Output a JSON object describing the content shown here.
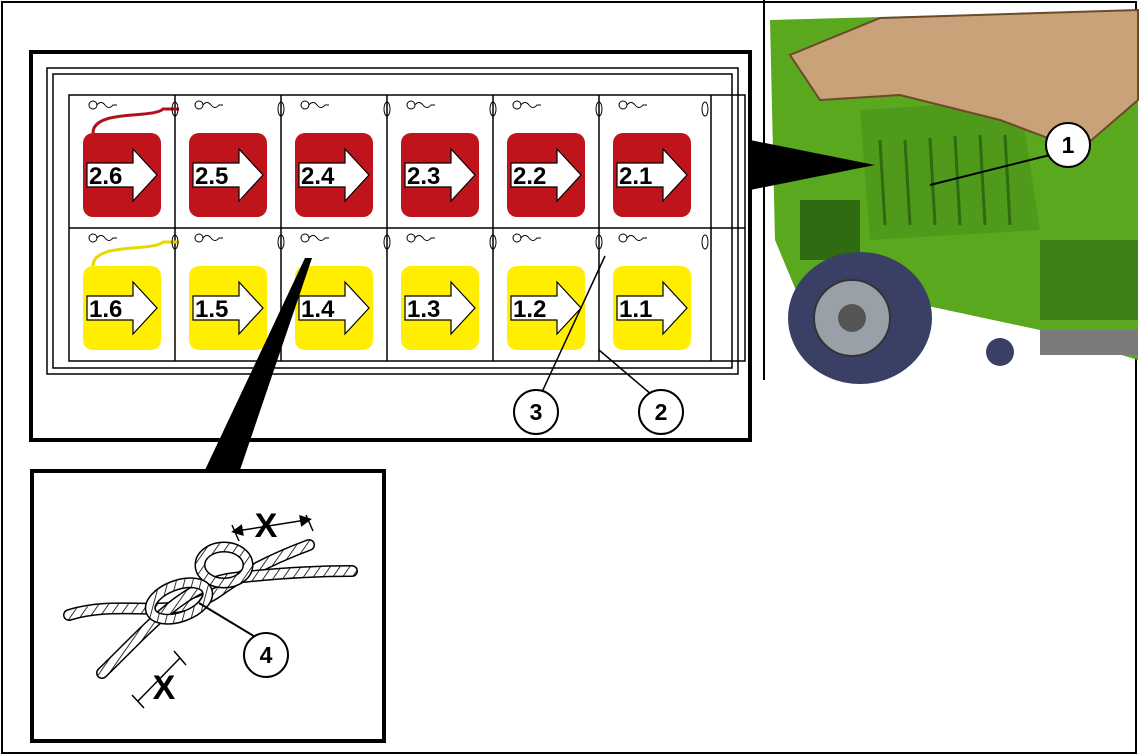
{
  "diagram": {
    "rows": [
      {
        "name": "upper-row",
        "color": "#c0141c",
        "twine_color": "#b01018",
        "labels": [
          "2.6",
          "2.5",
          "2.4",
          "2.3",
          "2.2",
          "2.1"
        ]
      },
      {
        "name": "lower-row",
        "color": "#ffee00",
        "twine_color": "#e8d800",
        "labels": [
          "1.6",
          "1.5",
          "1.4",
          "1.3",
          "1.2",
          "1.1"
        ]
      }
    ],
    "callouts": [
      "1",
      "2",
      "3",
      "4"
    ],
    "dimension_label": "X",
    "colors": {
      "machine_green": "#5aa81e",
      "machine_dark_green": "#2f6b10",
      "canopy_tan": "#c9a27a",
      "tire_blue": "#3a3f66",
      "outline": "#000000"
    }
  }
}
